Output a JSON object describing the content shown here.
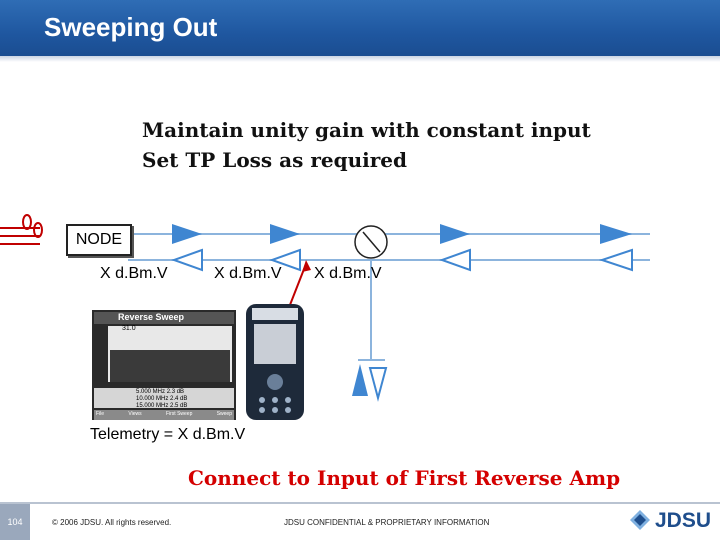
{
  "header": {
    "title": "Sweeping Out"
  },
  "instructions": {
    "line1": "Maintain unity gain with constant input",
    "line2": "Set TP Loss as required"
  },
  "diagram": {
    "node_label": "NODE",
    "level_labels": [
      "X d.Bm.V",
      "X d.Bm.V",
      "X d.Bm.V"
    ],
    "telemetry": "Telemetry = X d.Bm.V"
  },
  "screen": {
    "title": "Reverse Sweep",
    "ref_value": "31.0",
    "rows": [
      [
        "5.000 MHz",
        "2.3 dB"
      ],
      [
        "10.000 MHz",
        "2.4 dB"
      ],
      [
        "15.000 MHz",
        "2.5 dB"
      ]
    ],
    "softkeys": [
      "File",
      "Views",
      "First Sweep",
      "Sweep"
    ]
  },
  "callout": "Connect to Input of First Reverse Amp",
  "footer": {
    "page_number": "104",
    "copyright": "© 2006 JDSU. All rights reserved.",
    "confidential": "JDSU CONFIDENTIAL & PROPRIETARY INFORMATION",
    "logo": "JDSU"
  },
  "colors": {
    "header_blue": "#1f57a0",
    "amp_blue": "#3f86d1",
    "callout_red": "#d40000",
    "line_blue": "#8cb4dd"
  }
}
